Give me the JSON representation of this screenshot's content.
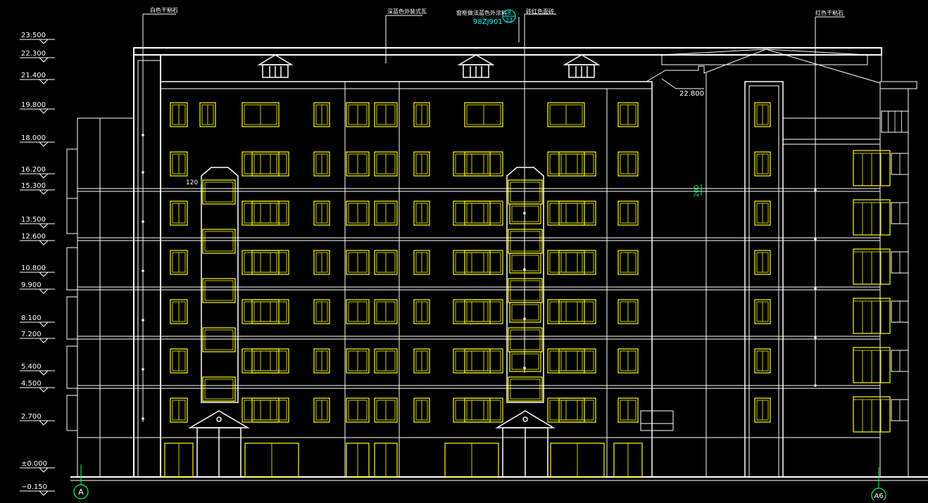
{
  "colors": {
    "background": "#000000",
    "line": "#ffffff",
    "window": "#ffff00",
    "dimension": "#00ff66",
    "callout": "#00ffff"
  },
  "elevation_labels": [
    "23.500",
    "22.300",
    "21.400",
    "19.800",
    "18.000",
    "16.200",
    "15.300",
    "13.500",
    "12.600",
    "10.800",
    "9.900",
    "8.100",
    "7.200",
    "5.400",
    "4.500",
    "2.700",
    "±0.000",
    "−0.150"
  ],
  "annotations": {
    "top_left": "白色干粘石",
    "top_center": "深蓝色外装式瓦",
    "top_window_note": "窗框做法蓝色外涂料",
    "ref_code": "98ZJ901",
    "ref_num": "8",
    "ref_den": "23",
    "top_center2": "砖红色面砖",
    "top_right": "红色干粘石",
    "roof_level": "22.800",
    "dim_120": "120",
    "dim_200": "200"
  },
  "axes": {
    "left": "A",
    "right": "A6"
  }
}
